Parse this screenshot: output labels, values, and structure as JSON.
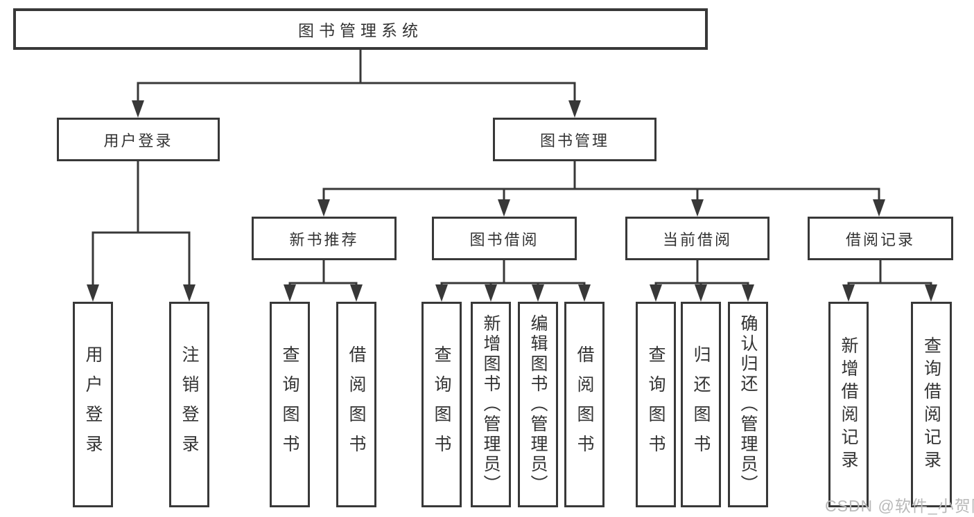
{
  "title": "图书管理系统",
  "tree": {
    "root": {
      "label": "图书管理系统",
      "children": [
        {
          "label": "用户登录",
          "children": [
            {
              "label": "用户登录"
            },
            {
              "label": "注销登录"
            }
          ]
        },
        {
          "label": "图书管理",
          "children": [
            {
              "label": "新书推荐",
              "children": [
                {
                  "label": "查询图书"
                },
                {
                  "label": "借阅图书"
                }
              ]
            },
            {
              "label": "图书借阅",
              "children": [
                {
                  "label": "查询图书"
                },
                {
                  "label": "新增图书（管理员）"
                },
                {
                  "label": "编辑图书（管理员）"
                },
                {
                  "label": "借阅图书"
                }
              ]
            },
            {
              "label": "当前借阅",
              "children": [
                {
                  "label": "查询图书"
                },
                {
                  "label": "归还图书"
                },
                {
                  "label": "确认归还（管理员）"
                }
              ]
            },
            {
              "label": "借阅记录",
              "children": [
                {
                  "label": "新增借阅记录"
                },
                {
                  "label": "查询借阅记录"
                }
              ]
            }
          ]
        }
      ]
    }
  },
  "watermark": {
    "text": "CSDN @软件_小贺同学"
  },
  "colors": {
    "line": "#383838",
    "box_border": "#383838",
    "text": "#333333",
    "background": "#ffffff",
    "watermark_text": "#b9b9b9"
  }
}
